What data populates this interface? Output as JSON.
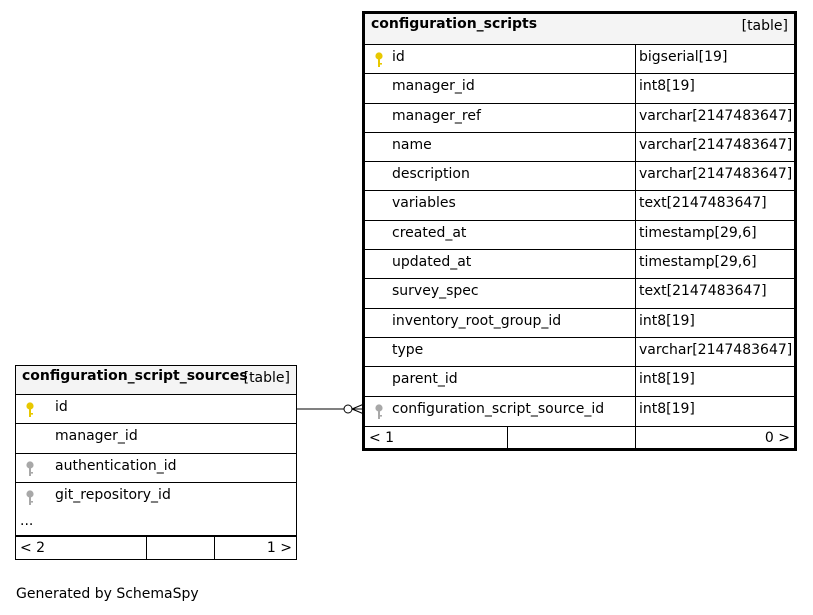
{
  "configuration_scripts": {
    "name": "configuration_scripts",
    "kind": "[table]",
    "columns": [
      {
        "name": "id",
        "type": "bigserial[19]",
        "key": "primary"
      },
      {
        "name": "manager_id",
        "type": "int8[19]",
        "key": ""
      },
      {
        "name": "manager_ref",
        "type": "varchar[2147483647]",
        "key": ""
      },
      {
        "name": "name",
        "type": "varchar[2147483647]",
        "key": ""
      },
      {
        "name": "description",
        "type": "varchar[2147483647]",
        "key": ""
      },
      {
        "name": "variables",
        "type": "text[2147483647]",
        "key": ""
      },
      {
        "name": "created_at",
        "type": "timestamp[29,6]",
        "key": ""
      },
      {
        "name": "updated_at",
        "type": "timestamp[29,6]",
        "key": ""
      },
      {
        "name": "survey_spec",
        "type": "text[2147483647]",
        "key": ""
      },
      {
        "name": "inventory_root_group_id",
        "type": "int8[19]",
        "key": ""
      },
      {
        "name": "type",
        "type": "varchar[2147483647]",
        "key": ""
      },
      {
        "name": "parent_id",
        "type": "int8[19]",
        "key": ""
      },
      {
        "name": "configuration_script_source_id",
        "type": "int8[19]",
        "key": "foreign"
      }
    ],
    "footer": {
      "left": "< 1",
      "right": "0 >"
    }
  },
  "configuration_script_sources": {
    "name": "configuration_script_sources",
    "kind": "[table]",
    "columns": [
      {
        "name": "id",
        "key": "primary"
      },
      {
        "name": "manager_id",
        "key": ""
      },
      {
        "name": "authentication_id",
        "key": "foreign"
      },
      {
        "name": "git_repository_id",
        "key": "foreign"
      }
    ],
    "more": "...",
    "footer": {
      "left": "< 2",
      "right": "1 >"
    }
  },
  "colors": {
    "primary_key": "#e8c800",
    "foreign_key": "#a8a8a8",
    "header_bg": "#f4f4f4",
    "border": "#000000"
  },
  "caption": "Generated by SchemaSpy"
}
